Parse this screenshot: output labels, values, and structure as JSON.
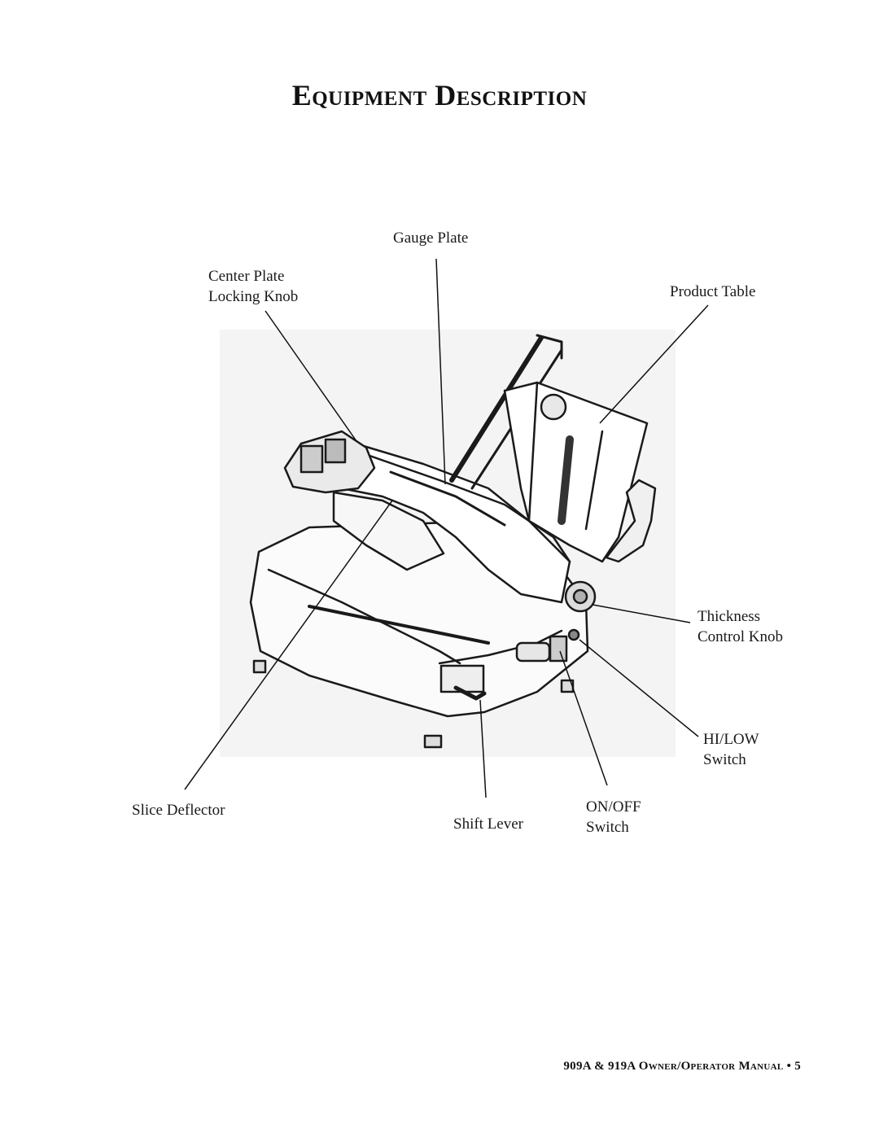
{
  "page_title": "Equipment Description",
  "labels": {
    "gauge_plate": "Gauge Plate",
    "center_plate_line1": "Center Plate",
    "center_plate_line2": "Locking Knob",
    "product_table": "Product Table",
    "thickness_line1": "Thickness",
    "thickness_line2": "Control Knob",
    "hilow_line1": "HI/LOW",
    "hilow_line2": "Switch",
    "slice_deflector": "Slice Deflector",
    "shift_lever": "Shift Lever",
    "onoff_line1": "ON/OFF",
    "onoff_line2": "Switch"
  },
  "footer": {
    "text": "909A & 919A Owner/Operator Manual • 5"
  }
}
